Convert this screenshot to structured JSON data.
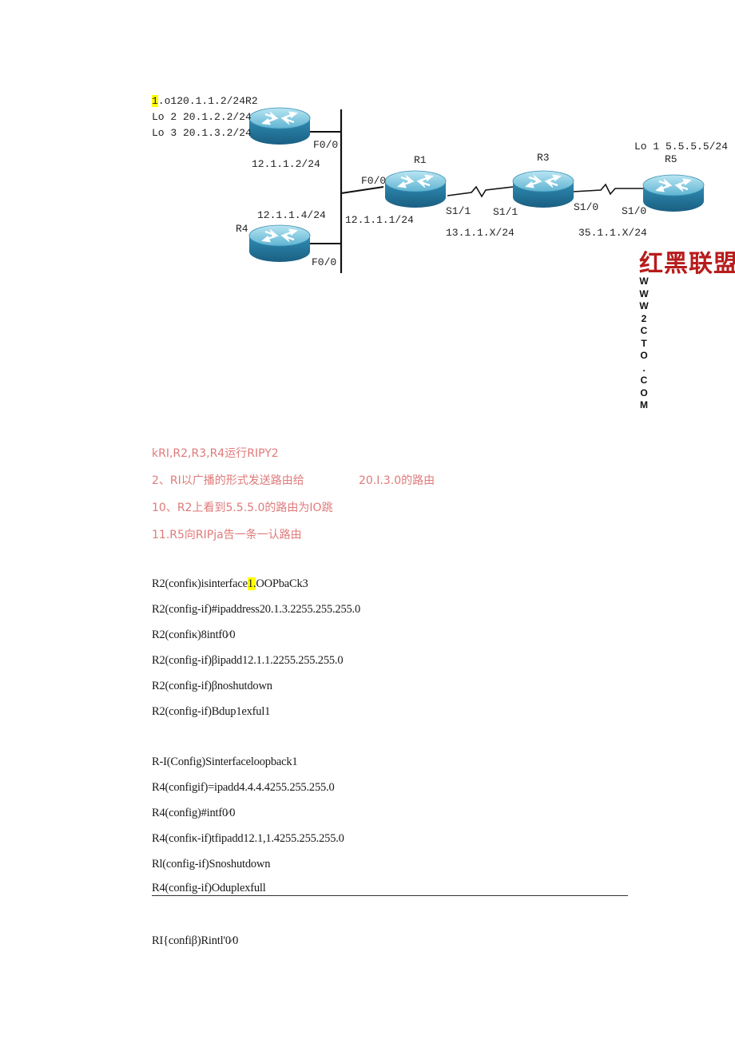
{
  "topology": {
    "r2_lo1_prefix": "1",
    "r2_lo1_rest": ".o120.1.1.2/24R2",
    "r2_lo2": "Lo 2 20.1.2.2/24",
    "r2_lo3": "Lo 3 20.1.3.2/24",
    "r2_f00": "F0/0",
    "r2_ip": "12.1.1.2/24",
    "r4_name": "R4",
    "r4_ip": "12.1.1.4/24",
    "r4_f00": "F0/0",
    "r1_name": "R1",
    "r1_f00": "F0/0",
    "r1_ip": "12.1.1.1/24",
    "r1_s11": "S1/1",
    "r3_name": "R3",
    "r3_s11": "S1/1",
    "r3_s10": "S1/0",
    "net_13": "13.1.1.X/24",
    "r5_lo1": "Lo 1 5.5.5.5/24",
    "r5_name": "R5",
    "r5_s10": "S1/0",
    "net_35": "35.1.1.X/24"
  },
  "watermark": {
    "chinese": "红黑联盟",
    "vertical": [
      "W",
      "W",
      "W",
      "2",
      "C",
      "T",
      "O",
      ".",
      "C",
      "O",
      "M"
    ]
  },
  "tasks": [
    "kRI,R2,R3,R4运行RIPY2",
    "2、RI以广播的形式发送路由给",
    "20.I.3.0的路由",
    "10、R2上看到5.5.5.0的路由为IO跳",
    "11.R5向RIPja告一条一认路由"
  ],
  "commands": {
    "c1_pre": "R2(confiκ)isinterface",
    "c1_hl": "1.",
    "c1_post": "OOPbaCk3",
    "c2": "R2(config-if)#ipaddress20.1.3.2255.255.255.0",
    "c3": "R2(confiκ)8intf0⁄0",
    "c4": "R2(config-if)βipadd12.1.1.2255.255.255.0",
    "c5": "R2(config-if)βnoshutdown",
    "c6": "R2(config-if)Bdup1exful1",
    "c7": "R-I(Config)Sinterfaceloopback1",
    "c8": "R4(configif)=ipadd4.4.4.4255.255.255.0",
    "c9": "R4(config)#intf0⁄0",
    "c10": "R4(confiκ-if)tfipadd12.1,1.4255.255.255.0",
    "c11": "Rl(config-if)Snoshutdown",
    "c12": "R4(config-if)Oduplexfull",
    "c13": "RI{confiβ)Rintl'0⁄0"
  }
}
